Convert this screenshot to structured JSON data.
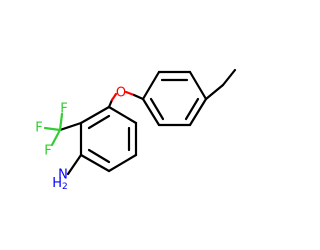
{
  "molecule": {
    "atoms": {
      "oxygen": {
        "label": "O",
        "color": "#ff0000"
      },
      "f1": {
        "label": "F",
        "color": "#33cc33"
      },
      "f2": {
        "label": "F",
        "color": "#33cc33"
      },
      "f3": {
        "label": "F",
        "color": "#33cc33"
      },
      "amine": {
        "label": "H",
        "subscript": "2",
        "suffix": "N",
        "color": "#0000ff"
      }
    }
  }
}
